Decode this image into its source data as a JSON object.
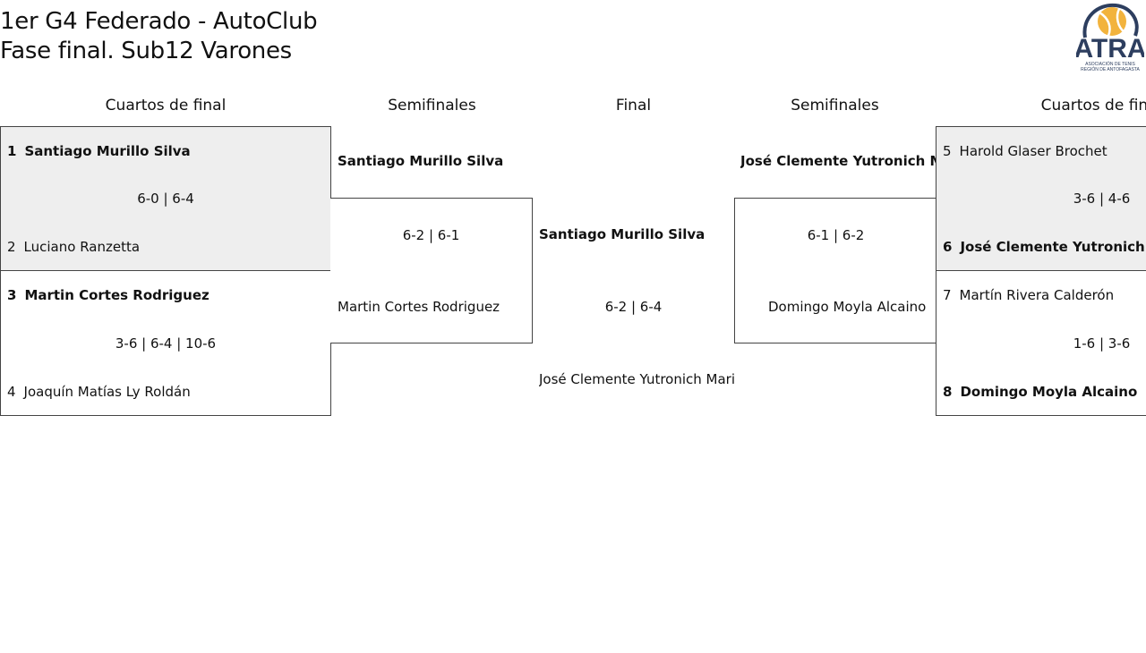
{
  "header": {
    "title_line1": "1er G4 Federado - AutoClub",
    "title_line2": "Fase final. Sub12 Varones",
    "logo_text": "ATRA",
    "logo_subtext_line1": "ASOCIACIÓN DE TENIS",
    "logo_subtext_line2": "REGIÓN DE ANTOFAGASTA",
    "logo_icon": "tennis-ball-logo-icon"
  },
  "colors": {
    "box_fill": "#eeeeee",
    "border": "#444444",
    "logo_navy": "#2d3e5f",
    "logo_gold": "#f2b33d"
  },
  "rounds": {
    "left_qf": "Cuartos de final",
    "left_sf": "Semifinales",
    "final": "Final",
    "right_sf": "Semifinales",
    "right_qf": "Cuartos de final"
  },
  "quarterfinals": [
    {
      "p1_seed": "1",
      "p1_name": "Santiago Murillo Silva",
      "p2_seed": "2",
      "p2_name": "Luciano Ranzetta",
      "score": "6-0 | 6-4"
    },
    {
      "p1_seed": "3",
      "p1_name": "Martin Cortes Rodriguez",
      "p2_seed": "4",
      "p2_name": "Joaquín Matías Ly Roldán",
      "score": "3-6 | 6-4 | 10-6"
    },
    {
      "p1_seed": "5",
      "p1_name": "Harold Glaser Brochet",
      "p2_seed": "6",
      "p2_name": "José Clemente Yutronich Marinkovic",
      "score": "3-6 | 4-6"
    },
    {
      "p1_seed": "7",
      "p1_name": "Martín Rivera Calderón",
      "p2_seed": "8",
      "p2_name": "Domingo Moyla Alcaino",
      "score": "1-6 | 3-6"
    }
  ],
  "semifinals": {
    "left": {
      "top_player": "Santiago Murillo Silva",
      "bottom_player": "Martin Cortes Rodriguez",
      "score": "6-2 | 6-1"
    },
    "right": {
      "top_player": "José Clemente Yutronich Marinkovic",
      "bottom_player": "Domingo Moyla Alcaino",
      "score": "6-1 | 6-2"
    }
  },
  "final": {
    "top_player": "Santiago Murillo Silva",
    "bottom_player": "José Clemente Yutronich Marinkovic",
    "score": "6-2 | 6-4"
  }
}
